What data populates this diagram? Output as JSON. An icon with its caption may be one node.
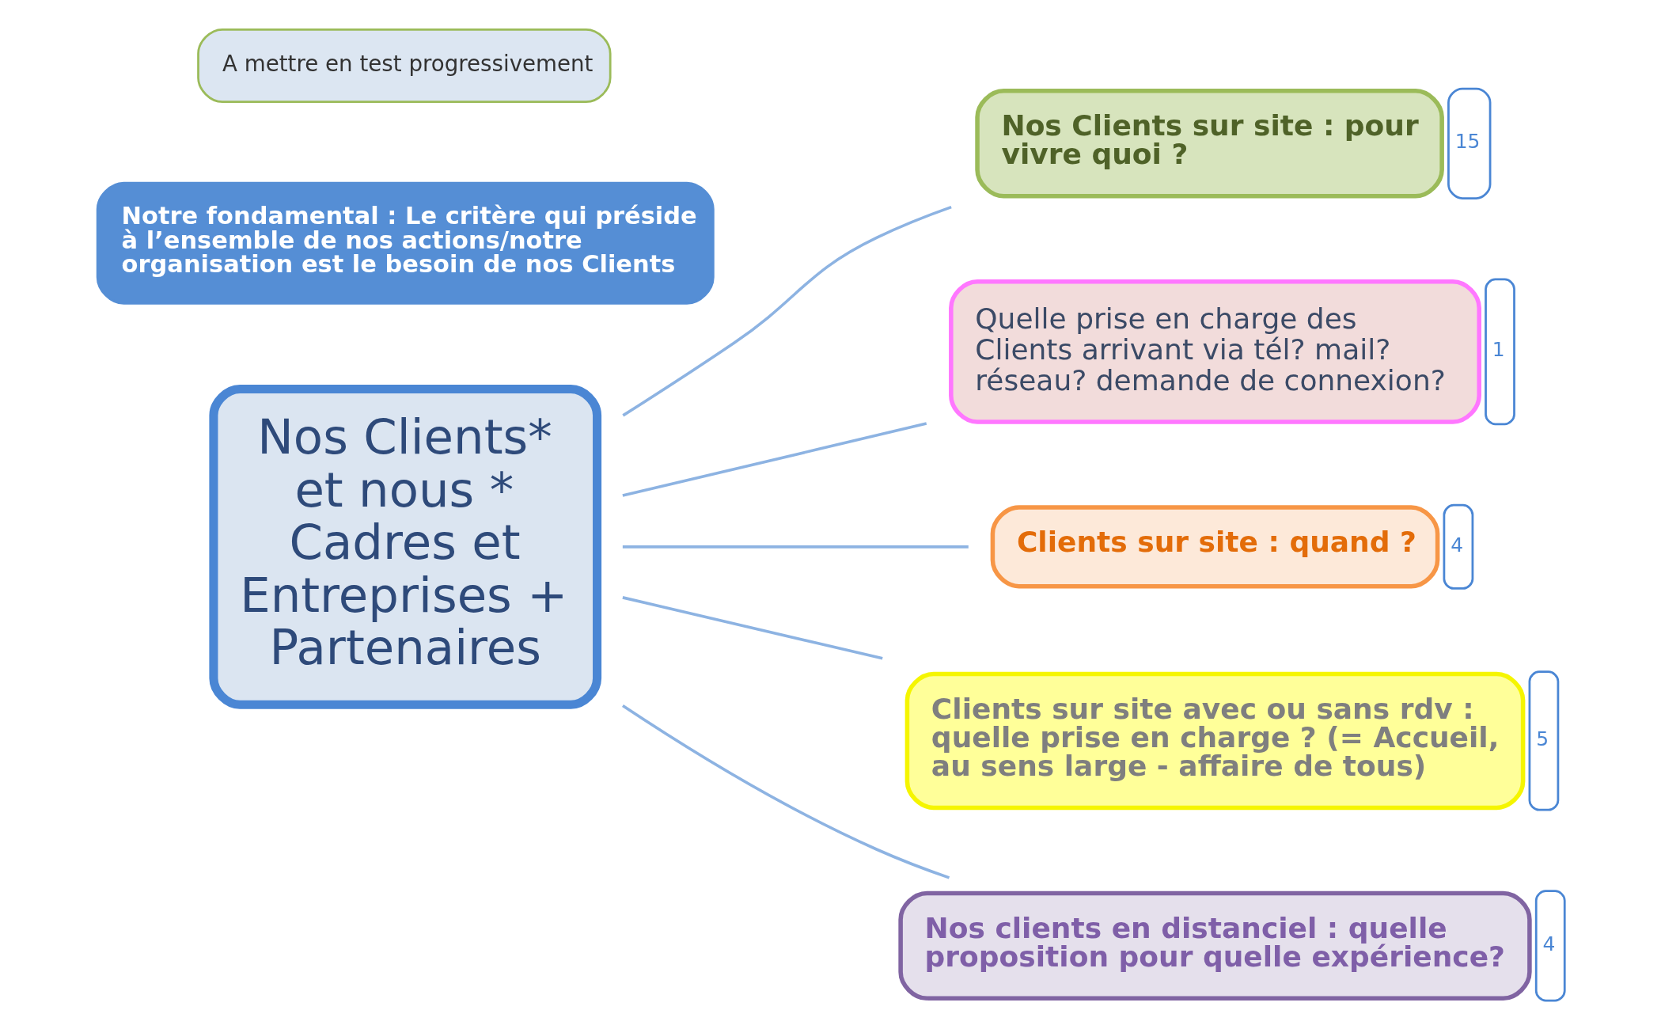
{
  "diagram": {
    "nodes": [
      {
        "text": [
          "Nos Clients* et nous * Cadres et Entreprises + Partenaires"
        ]
      },
      {
        "text": [
          "Nos Clients sur site : pour vivre quoi ?"
        ],
        "beside": [
          "15"
        ]
      },
      {
        "text": [
          "Quelle prise en charge des Clients arrivant via tél? mail? réseau? demande de connexion?"
        ],
        "beside": [
          "1"
        ]
      },
      {
        "text": [
          "Clients sur site : quand ?"
        ],
        "beside": [
          "4"
        ]
      },
      {
        "text": [
          "Clients sur site avec ou sans rdv : quelle prise en charge ? (= Accueil, au sens large - affaire de tous)"
        ],
        "beside": [
          "5"
        ]
      },
      {
        "text": [
          "Nos clients en distanciel : quelle proposition pour quelle expérience?"
        ],
        "beside": [
          "4"
        ]
      },
      {
        "text": [
          "Notre fondamental : Le critère qui préside à l’ensemble de nos actions/notre organisation est le besoin de nos Clients"
        ]
      },
      {
        "text": [
          "A mettre en test progressivement"
        ]
      }
    ],
    "edges": [
      {
        "from": 0,
        "to": 1,
        "arrow": "none"
      },
      {
        "from": 0,
        "to": 2,
        "arrow": "none"
      },
      {
        "from": 0,
        "to": 3,
        "arrow": "none"
      },
      {
        "from": 0,
        "to": 4,
        "arrow": "none"
      },
      {
        "from": 0,
        "to": 5,
        "arrow": "none"
      }
    ]
  }
}
